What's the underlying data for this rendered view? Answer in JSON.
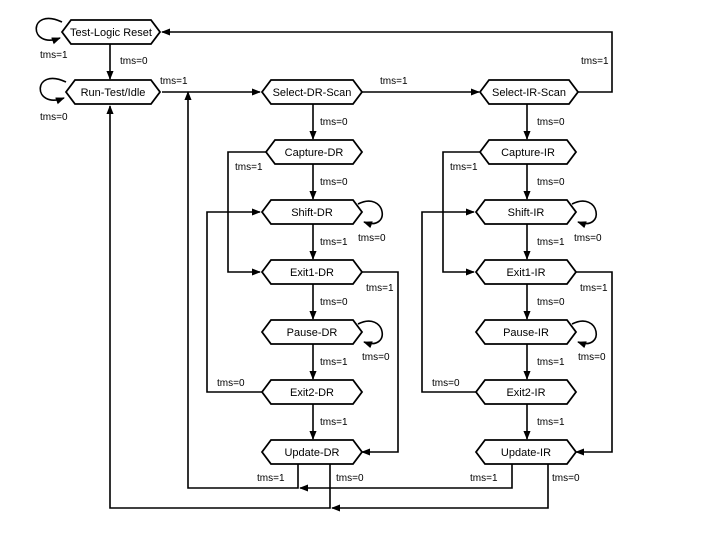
{
  "states": {
    "tlr": "Test-Logic Reset",
    "rti": "Run-Test/Idle",
    "sdr": "Select-DR-Scan",
    "sir": "Select-IR-Scan",
    "cdr": "Capture-DR",
    "cir": "Capture-IR",
    "shdr": "Shift-DR",
    "shir": "Shift-IR",
    "e1dr": "Exit1-DR",
    "e1ir": "Exit1-IR",
    "pdr": "Pause-DR",
    "pir": "Pause-IR",
    "e2dr": "Exit2-DR",
    "e2ir": "Exit2-IR",
    "udr": "Update-DR",
    "uir": "Update-IR"
  },
  "transitions": {
    "tms0": "tms=0",
    "tms1": "tms=1"
  }
}
